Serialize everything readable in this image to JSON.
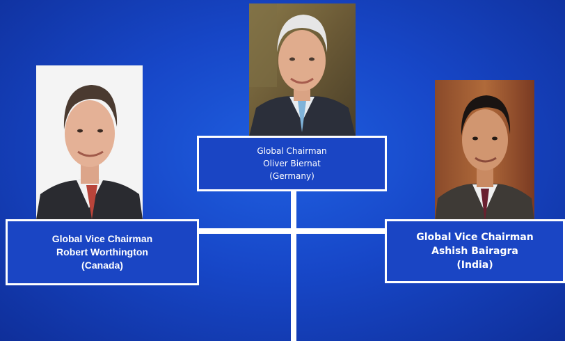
{
  "chart_nodes": {
    "center": {
      "lines": [
        "Global Chairman",
        "Oliver Biernat",
        "(Germany)"
      ]
    },
    "left": {
      "lines": [
        "Global Vice Chairman",
        "Robert Worthington",
        "(Canada)"
      ]
    },
    "right": {
      "lines": [
        "Global Vice Chairman",
        "Ashish Bairagra",
        "(India)"
      ]
    }
  },
  "colors": {
    "background": "#1747c8",
    "connector": "#ffffff",
    "box_border": "#ffffff",
    "text": "#ffffff"
  }
}
